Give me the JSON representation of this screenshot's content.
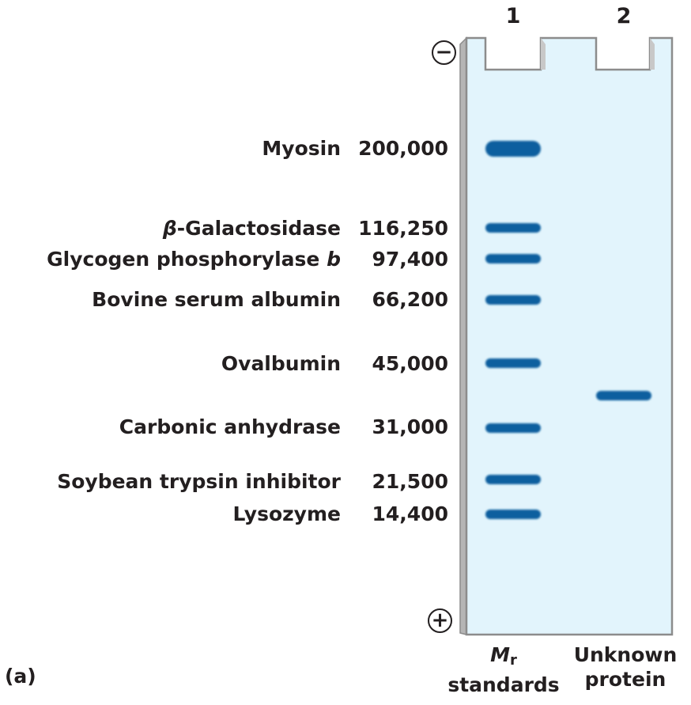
{
  "lanes": {
    "lane1": "1",
    "lane2": "2"
  },
  "electrodes": {
    "negative": "−",
    "positive": "+"
  },
  "standards": [
    {
      "protein": "Myosin",
      "mass": "200,000"
    },
    {
      "protein": "β-Galactosidase",
      "mass": "116,250"
    },
    {
      "protein": "Glycogen phosphorylase b",
      "mass": "97,400"
    },
    {
      "protein": "Bovine serum albumin",
      "mass": "66,200"
    },
    {
      "protein": "Ovalbumin",
      "mass": "45,000"
    },
    {
      "protein": "Carbonic anhydrase",
      "mass": "31,000"
    },
    {
      "protein": "Soybean trypsin inhibitor",
      "mass": "21,500"
    },
    {
      "protein": "Lysozyme",
      "mass": "14,400"
    }
  ],
  "captions": {
    "lane1_symbol": "M",
    "lane1_subscript": "r",
    "lane1_word": "standards",
    "lane2_line1": "Unknown",
    "lane2_line2": "protein"
  },
  "part_label": "(a)",
  "colors": {
    "gel": "#e2f4fc",
    "gel_edge": "#8c8c8c",
    "band": "#0b5f9f",
    "band_edge": "#3b8fd0"
  }
}
